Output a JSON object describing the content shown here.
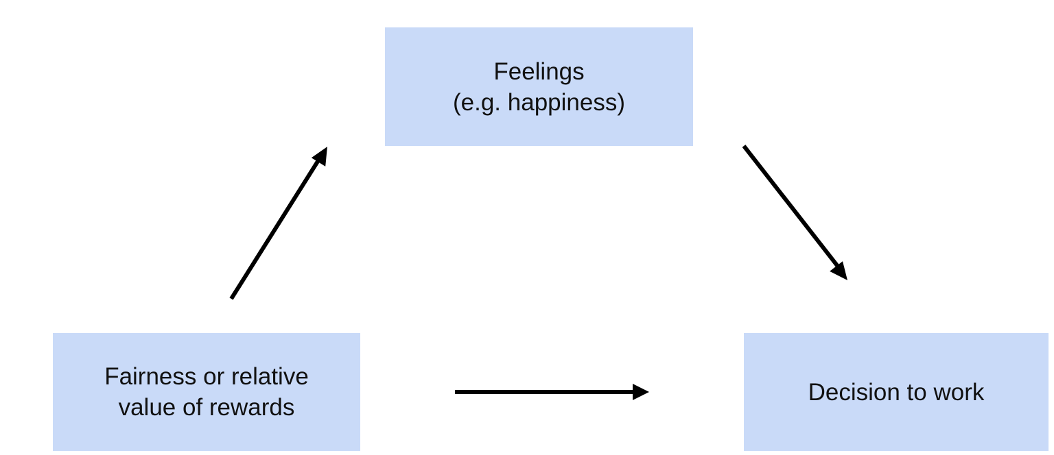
{
  "nodes": {
    "feelings": {
      "line1": "Feelings",
      "line2": "(e.g. happiness)"
    },
    "fairness": {
      "line1": "Fairness or relative",
      "line2": "value of rewards"
    },
    "decision": {
      "line1": "Decision to work"
    }
  },
  "edges": [
    {
      "from": "fairness",
      "to": "feelings"
    },
    {
      "from": "feelings",
      "to": "decision"
    },
    {
      "from": "fairness",
      "to": "decision"
    }
  ],
  "colors": {
    "box_fill": "#c9daf8",
    "arrow": "#000000",
    "text": "#111111"
  }
}
